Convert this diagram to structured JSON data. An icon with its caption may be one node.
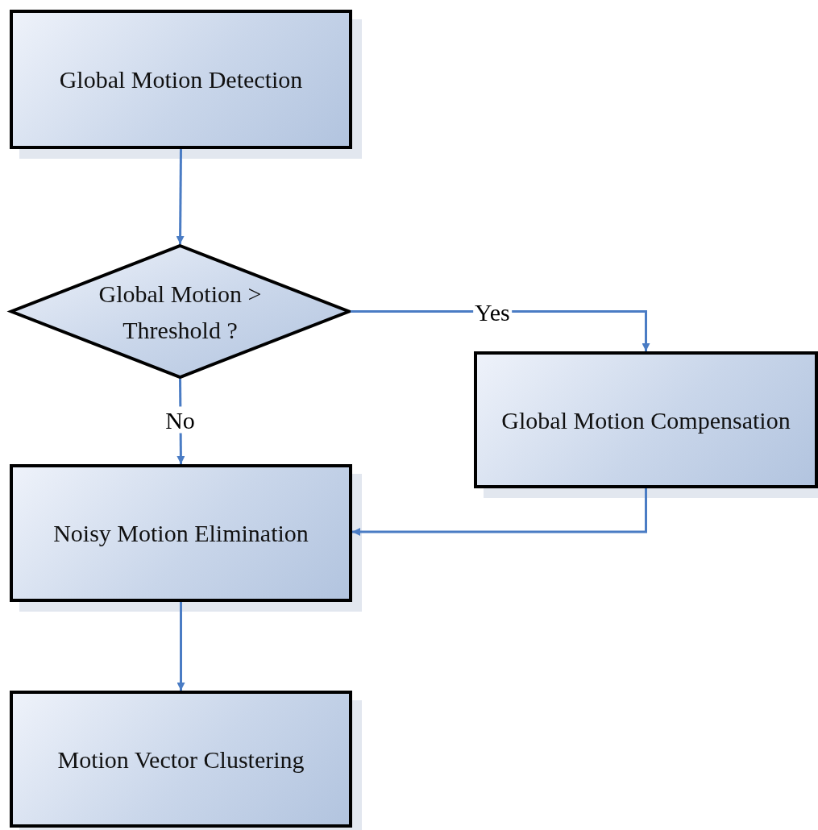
{
  "diagram": {
    "nodes": [
      {
        "text": [
          "Global Motion Detection"
        ]
      },
      {
        "text": [
          "Global Motion > Threshold ?"
        ]
      },
      {
        "text": [
          "Global Motion Compensation"
        ]
      },
      {
        "text": [
          "Noisy Motion Elimination"
        ]
      },
      {
        "text": [
          "Motion Vector Clustering"
        ]
      }
    ],
    "edges": [
      {
        "from": 0,
        "to": 1,
        "arrow": "to"
      },
      {
        "from": 1,
        "to": 2,
        "label": "Yes",
        "arrow": "to"
      },
      {
        "from": 1,
        "to": 3,
        "label": "No",
        "arrow": "to"
      },
      {
        "from": 2,
        "to": 3,
        "arrow": "to"
      },
      {
        "from": 3,
        "to": 4,
        "arrow": "to"
      }
    ]
  }
}
